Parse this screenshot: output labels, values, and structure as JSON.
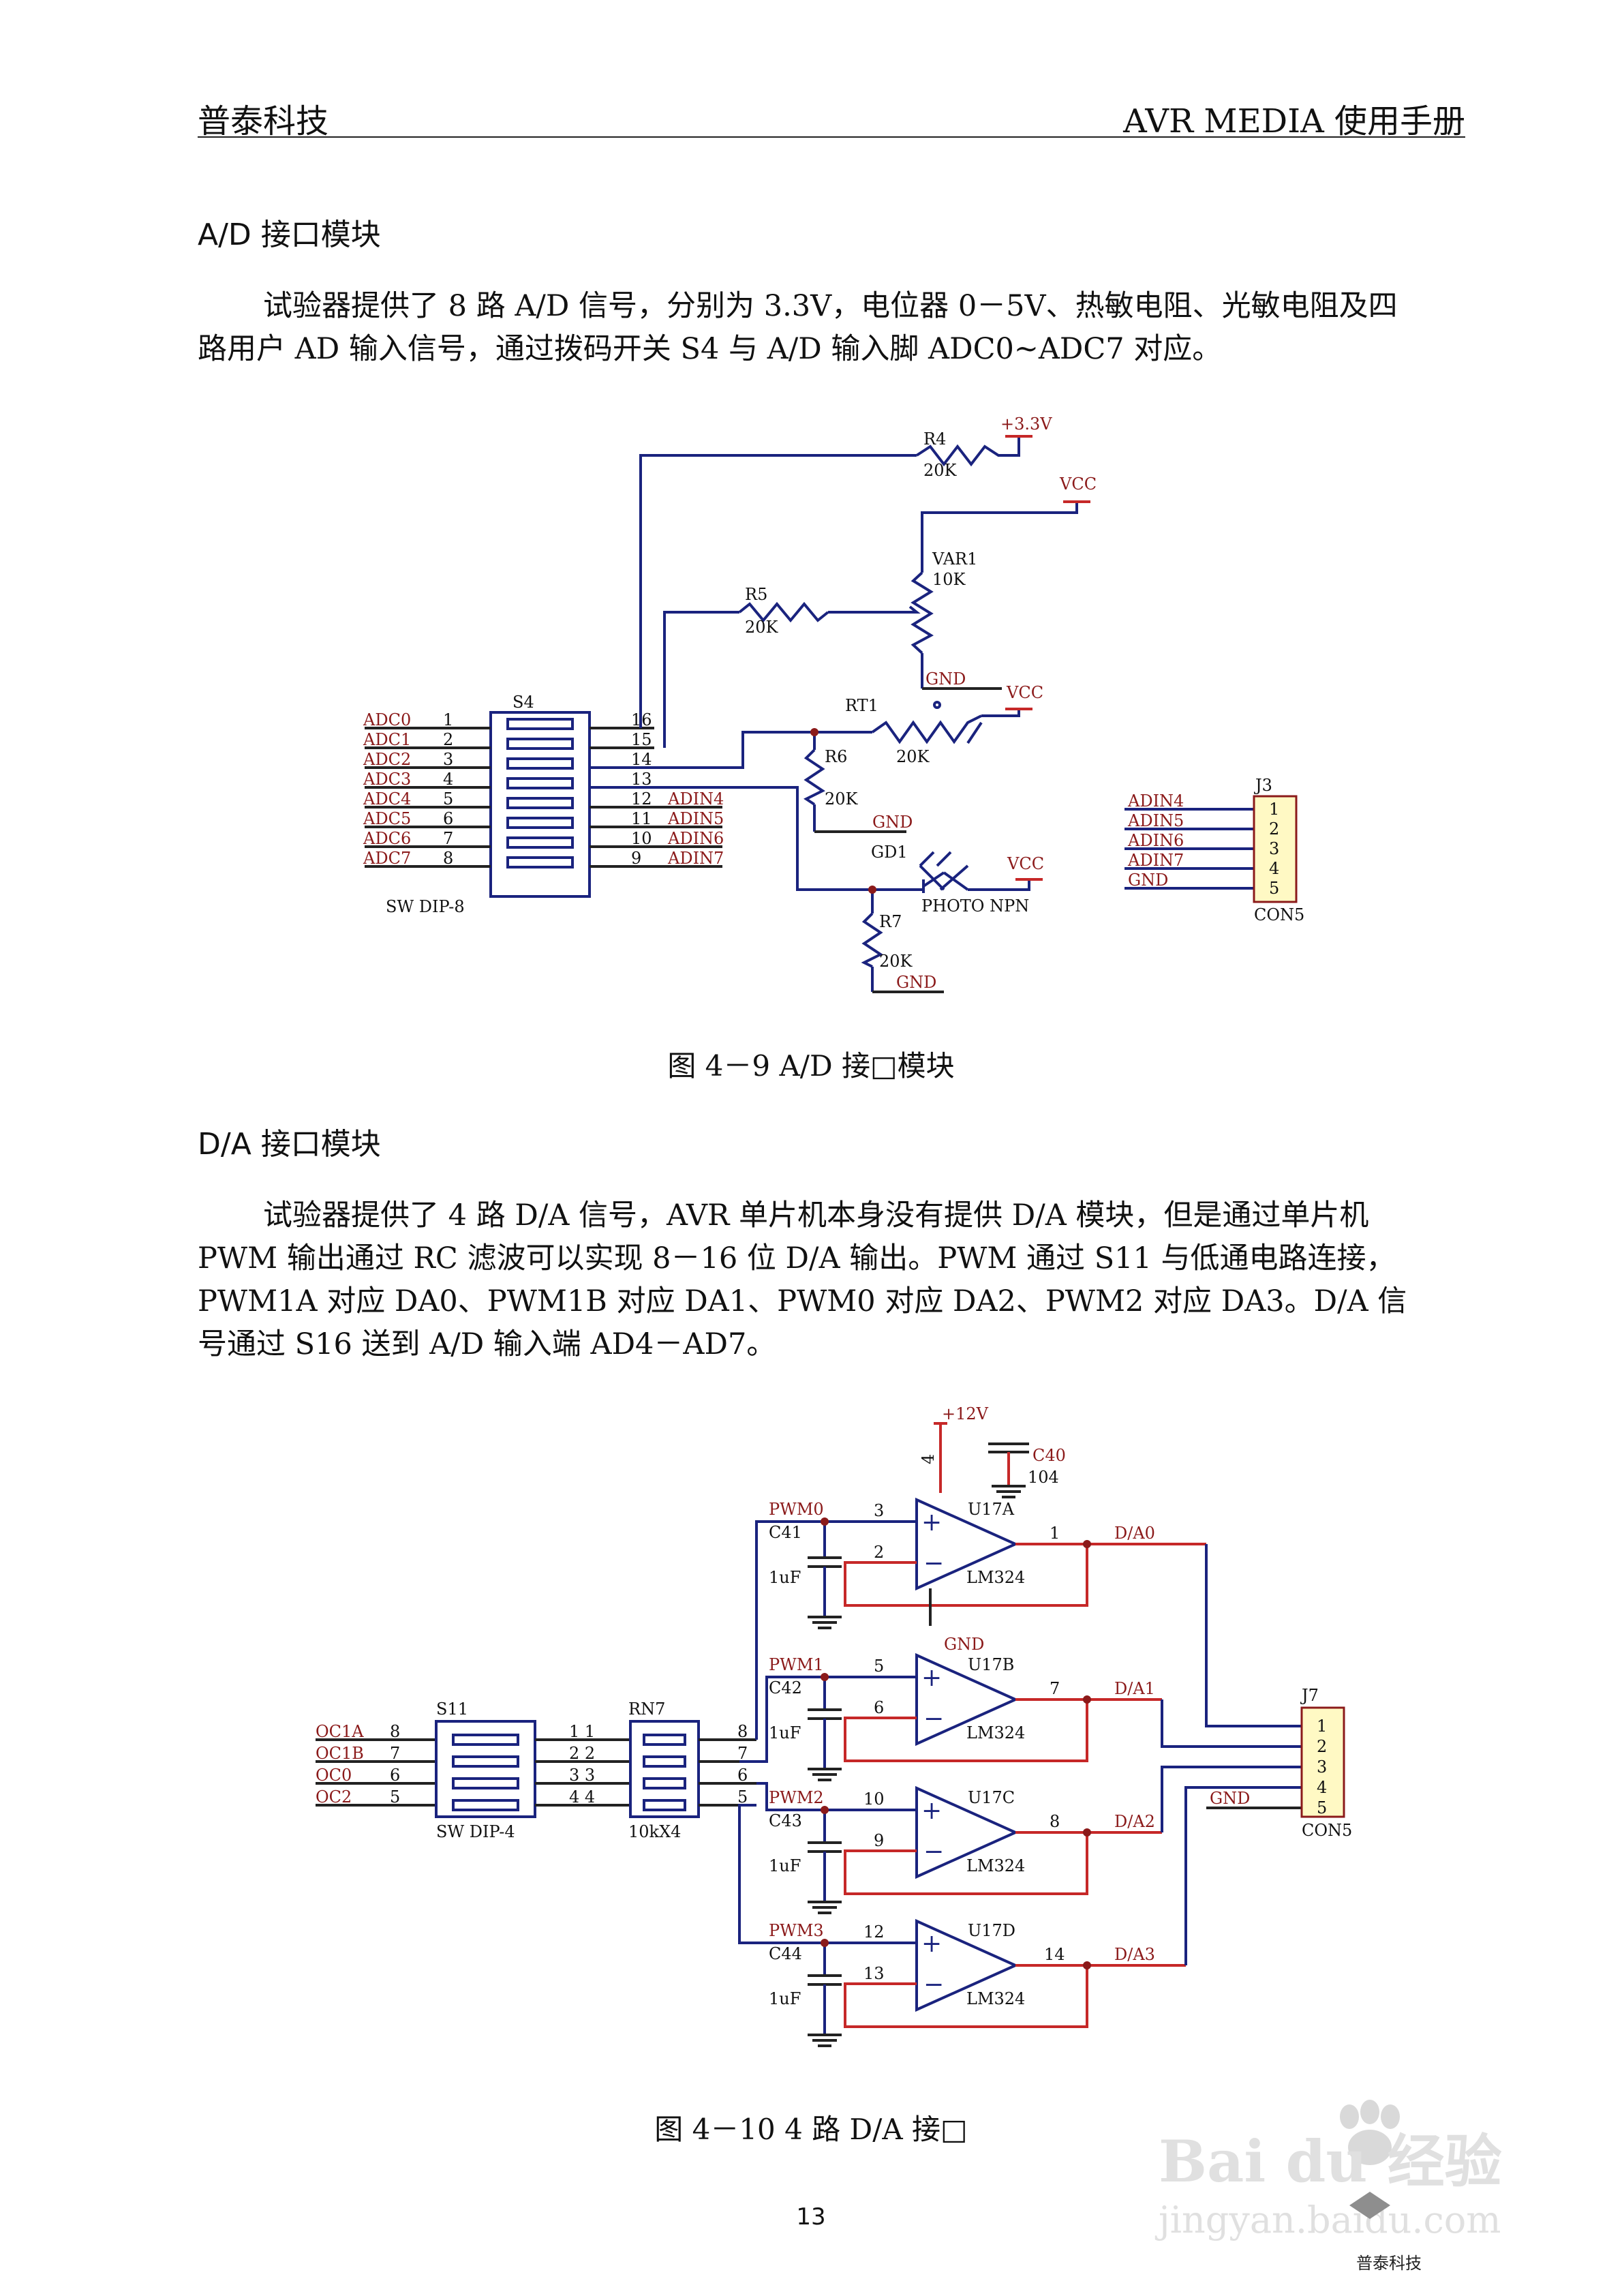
{
  "header": {
    "left": "普泰科技",
    "right": "AVR MEDIA 使用手册"
  },
  "section_ad": {
    "title": "A/D 接口模块",
    "paragraph": "试验器提供了 8 路 A/D 信号，分别为 3.3V，电位器 0－5V、热敏电阻、光敏电阻及四路用户 AD 输入信号，通过拨码开关 S4 与 A/D 输入脚 ADC0~ADC7 对应。",
    "caption": "图 4－9 A/D 接□模块"
  },
  "section_da": {
    "title": "D/A 接口模块",
    "paragraph": "试验器提供了 4 路 D/A 信号，AVR 单片机本身没有提供 D/A 模块，但是通过单片机 PWM 输出通过 RC 滤波可以实现 8－16 位 D/A 输出。PWM 通过 S11 与低通电路连接，PWM1A 对应 DA0、PWM1B 对应 DA1、PWM0 对应 DA2、PWM2 对应 DA3。D/A 信号通过 S16 送到 A/D 输入端 AD4－AD7。",
    "caption": "图 4－10 4 路 D/A 接□"
  },
  "schematic1": {
    "s4_name": "S4",
    "s4_type": "SW DIP-8",
    "adc_labels": [
      "ADC0",
      "ADC1",
      "ADC2",
      "ADC3",
      "ADC4",
      "ADC5",
      "ADC6",
      "ADC7"
    ],
    "left_pins": [
      "1",
      "2",
      "3",
      "4",
      "5",
      "6",
      "7",
      "8"
    ],
    "right_pins": [
      "16",
      "15",
      "14",
      "13",
      "12",
      "11",
      "10",
      "9"
    ],
    "adin_labels": [
      "ADIN4",
      "ADIN5",
      "ADIN6",
      "ADIN7"
    ],
    "r4": "R4",
    "r4_val": "20K",
    "v33": "+3.3V",
    "vcc": "VCC",
    "var1": "VAR1",
    "var1_val": "10K",
    "r5": "R5",
    "r5_val": "20K",
    "gnd": "GND",
    "rt1": "RT1",
    "rt1_val": "20K",
    "r6": "R6",
    "r6_val": "20K",
    "gd1": "GD1",
    "photo": "PHOTO NPN",
    "r7": "R7",
    "r7_val": "20K",
    "j3": "J3",
    "con5": "CON5",
    "j3_labels": [
      "ADIN4",
      "ADIN5",
      "ADIN6",
      "ADIN7",
      "GND"
    ],
    "j3_pins": [
      "1",
      "2",
      "3",
      "4",
      "5"
    ]
  },
  "schematic2": {
    "oc_labels": [
      "OC1A",
      "OC1B",
      "OC0",
      "OC2"
    ],
    "oc_pins": [
      "8",
      "7",
      "6",
      "5"
    ],
    "s11": "S11",
    "s11_type": "SW DIP-4",
    "s11_right": [
      "1 1",
      "2 2",
      "3 3",
      "4 4"
    ],
    "rn7": "RN7",
    "rn7_val": "10kX4",
    "rn7_right": [
      "8",
      "7",
      "6",
      "5"
    ],
    "v12": "+12V",
    "c40": "C40",
    "c40_val": "104",
    "pin4": "4",
    "gnd": "GND",
    "lm324": "LM324",
    "j7": "J7",
    "con5": "CON5",
    "pwm": [
      "PWM0",
      "PWM1",
      "PWM2",
      "PWM3"
    ],
    "caps": [
      "C41",
      "C42",
      "C43",
      "C44"
    ],
    "cap_val": "1uF",
    "units": [
      "U17A",
      "U17B",
      "U17C",
      "U17D"
    ],
    "plus_pins": [
      "3",
      "5",
      "10",
      "12"
    ],
    "minus_pins": [
      "2",
      "6",
      "9",
      "13"
    ],
    "out_pins": [
      "1",
      "7",
      "8",
      "14"
    ],
    "da_labels": [
      "D/A0",
      "D/A1",
      "D/A2",
      "D/A3"
    ],
    "j7_pins": [
      "1",
      "2",
      "3",
      "4",
      "5"
    ]
  },
  "page_number": "13",
  "watermark": {
    "brand": "Bai du 经验",
    "url": "jingyan.baidu.com",
    "logo_text": "普泰科技"
  }
}
